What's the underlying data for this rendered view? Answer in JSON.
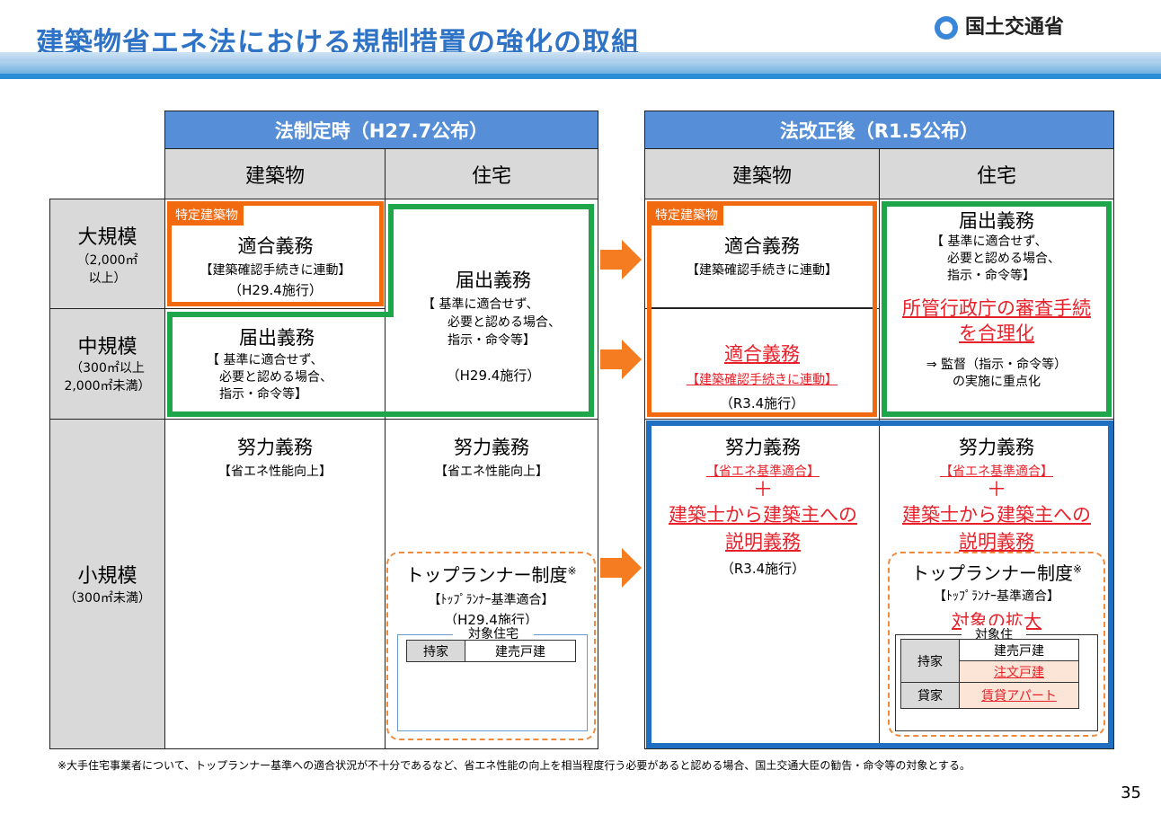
{
  "header": {
    "title": "建築物省エネ法における規制措置の強化の取組",
    "logo_text": "国土交通省"
  },
  "before": {
    "title": "法制定時（H27.7公布）",
    "col_building": "建築物",
    "col_housing": "住宅"
  },
  "after": {
    "title": "法改正後（R1.5公布）",
    "col_building": "建築物",
    "col_housing": "住宅"
  },
  "rows": {
    "large_label": "大規模",
    "large_sub": "（2,000㎡以上）",
    "mid_label": "中規模",
    "mid_sub1": "（300㎡以上",
    "mid_sub2": "2,000㎡未満）",
    "small_label": "小規模",
    "small_sub": "（300㎡未満）"
  },
  "tokutei_tag": "特定建築物",
  "b_large": {
    "title": "適合義務",
    "sub": "【建築確認手続きに連動】",
    "date": "（H29.4施行）"
  },
  "b_mid": {
    "title": "届出義務",
    "l1": "【 基準に適合せず、",
    "l2": "必要と認める場合、",
    "l3": "指示・命令等】"
  },
  "h_lm": {
    "title": "届出義務",
    "l1": "【 基準に適合せず、",
    "l2": "必要と認める場合、",
    "l3": "指示・命令等】",
    "date": "（H29.4施行）"
  },
  "b_small": {
    "title": "努力義務",
    "sub": "【省エネ性能向上】"
  },
  "h_small": {
    "title": "努力義務",
    "sub": "【省エネ性能向上】",
    "tr_title": "トップランナー制度",
    "tr_mark": "※",
    "tr_sub": "【ﾄｯﾌﾟﾗﾝﾅｰ基準適合】",
    "tr_date": "（H29.4施行）",
    "target": "対象住宅",
    "own": "持家",
    "tate": "建売戸建"
  },
  "a_b_large": {
    "title": "適合義務",
    "sub": "【建築確認手続きに連動】"
  },
  "a_b_mid": {
    "title": "適合義務",
    "sub": "【建築確認手続きに連動】",
    "date": "（R3.4施行）"
  },
  "a_h_lm": {
    "title": "届出義務",
    "l1": "【 基準に適合せず、",
    "l2": "必要と認める場合、",
    "l3": "指示・命令等】",
    "red1": "所管行政庁の審査手続",
    "red2": "を合理化",
    "l4": "⇒ 監督（指示・命令等）",
    "l5": "の実施に重点化"
  },
  "a_b_small": {
    "title": "努力義務",
    "sub": "【省エネ基準適合】",
    "plus": "＋",
    "r1": "建築士から建築主への",
    "r2": "説明義務",
    "date": "（R3.4施行）"
  },
  "a_h_small": {
    "title": "努力義務",
    "sub": "【省エネ基準適合】",
    "plus": "＋",
    "r1": "建築士から建築主への",
    "r2": "説明義務",
    "tr_title": "トップランナー制度",
    "tr_mark": "※",
    "tr_sub": "【ﾄｯﾌﾟﾗﾝﾅｰ基準適合】",
    "expand": "対象の拡大",
    "target": "対象住",
    "own": "持家",
    "tate": "建売戸建",
    "chumon": "注文戸建",
    "rent": "貸家",
    "apart": "賃貸アパート"
  },
  "footnote": "※大手住宅事業者について、トップランナー基準への適合状況が不十分であるなど、省エネ性能の向上を相当程度行う必要があると認める場合、国土交通大臣の勧告・命令等の対象とする。",
  "page_number": "35",
  "colors": {
    "accent": "#2f73c6",
    "orange": "#f26a10",
    "green": "#1fa64a",
    "blue_border": "#1f6fc0",
    "red": "#e8202a"
  }
}
